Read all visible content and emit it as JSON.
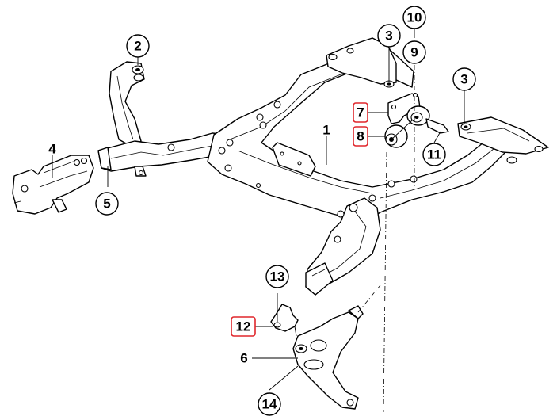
{
  "diagram": {
    "title_visible": false,
    "highlight_color": "#e0262b",
    "callouts": [
      {
        "id": "c1",
        "label": "1",
        "style": "plain"
      },
      {
        "id": "c2",
        "label": "2",
        "style": "circle"
      },
      {
        "id": "c3a",
        "label": "3",
        "style": "circle"
      },
      {
        "id": "c3b",
        "label": "3",
        "style": "circle"
      },
      {
        "id": "c4",
        "label": "4",
        "style": "plain"
      },
      {
        "id": "c5",
        "label": "5",
        "style": "circle"
      },
      {
        "id": "c6",
        "label": "6",
        "style": "plain"
      },
      {
        "id": "c7",
        "label": "7",
        "style": "highlight"
      },
      {
        "id": "c8",
        "label": "8",
        "style": "highlight"
      },
      {
        "id": "c9",
        "label": "9",
        "style": "circle"
      },
      {
        "id": "c10",
        "label": "10",
        "style": "circle"
      },
      {
        "id": "c11",
        "label": "11",
        "style": "circle"
      },
      {
        "id": "c12",
        "label": "12",
        "style": "highlight"
      },
      {
        "id": "c13",
        "label": "13",
        "style": "circle"
      },
      {
        "id": "c14",
        "label": "14",
        "style": "circle"
      }
    ],
    "parts": [
      "front-axle-carrier",
      "rubber-mount-top",
      "rubber-mount-side",
      "side-bracket",
      "tube-section",
      "control-arm",
      "bracket",
      "bushing",
      "bolt",
      "nut",
      "wishbone-bushing",
      "guide-joint",
      "self-locking-nut",
      "control-arm-assembly"
    ]
  }
}
